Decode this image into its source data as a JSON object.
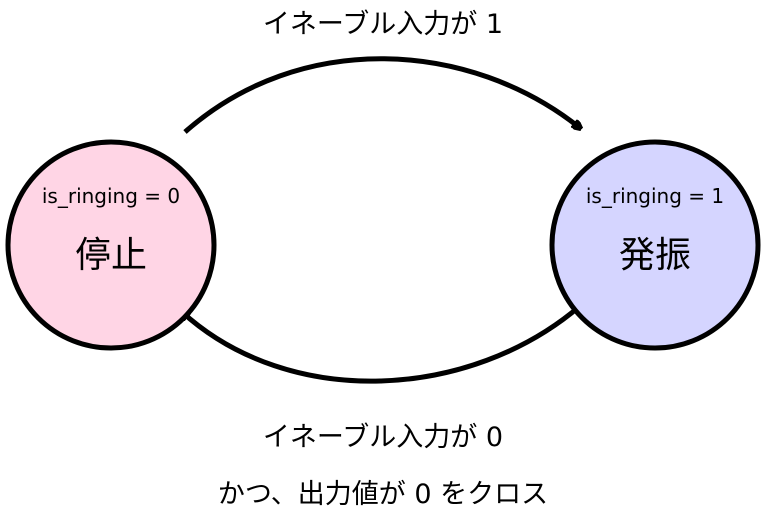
{
  "states": [
    {
      "id": "stopped",
      "variable": "is_ringing = 0",
      "label": "停止",
      "fill": "#ffd5e5"
    },
    {
      "id": "ringing",
      "variable": "is_ringing = 1",
      "label": "発振",
      "fill": "#d5d5ff"
    }
  ],
  "transitions": [
    {
      "from": "stopped",
      "to": "ringing",
      "label": "イネーブル入力が 1"
    },
    {
      "from": "ringing",
      "to": "stopped",
      "label_line1": "イネーブル入力が 0",
      "label_line2": "かつ、出力値が 0 をクロス"
    }
  ],
  "colors": {
    "stroke": "#000000"
  }
}
